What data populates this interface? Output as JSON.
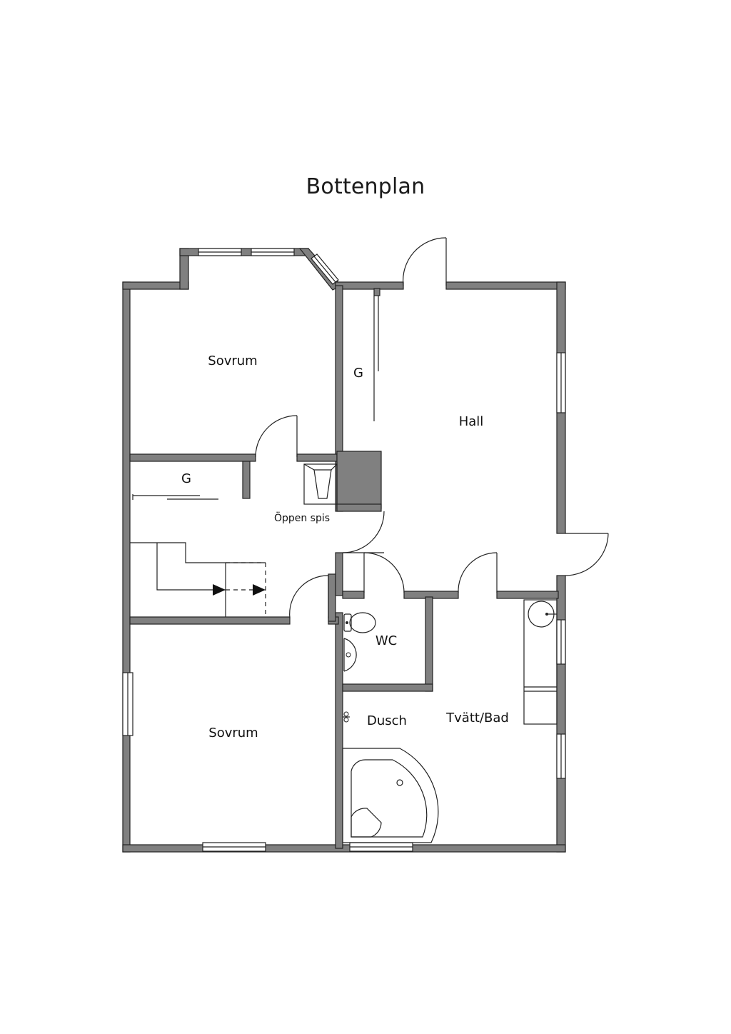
{
  "title": "Bottenplan",
  "rooms": {
    "sovrum_upper": "Sovrum",
    "g_upper": "G",
    "hall": "Hall",
    "g_left": "G",
    "fireplace": "Öppen spis",
    "wc": "WC",
    "dusch": "Dusch",
    "tvatt_bad": "Tvätt/Bad",
    "sovrum_lower": "Sovrum"
  },
  "colors": {
    "wall_fill": "#808080",
    "wall_outline": "#222222",
    "background": "#ffffff"
  }
}
